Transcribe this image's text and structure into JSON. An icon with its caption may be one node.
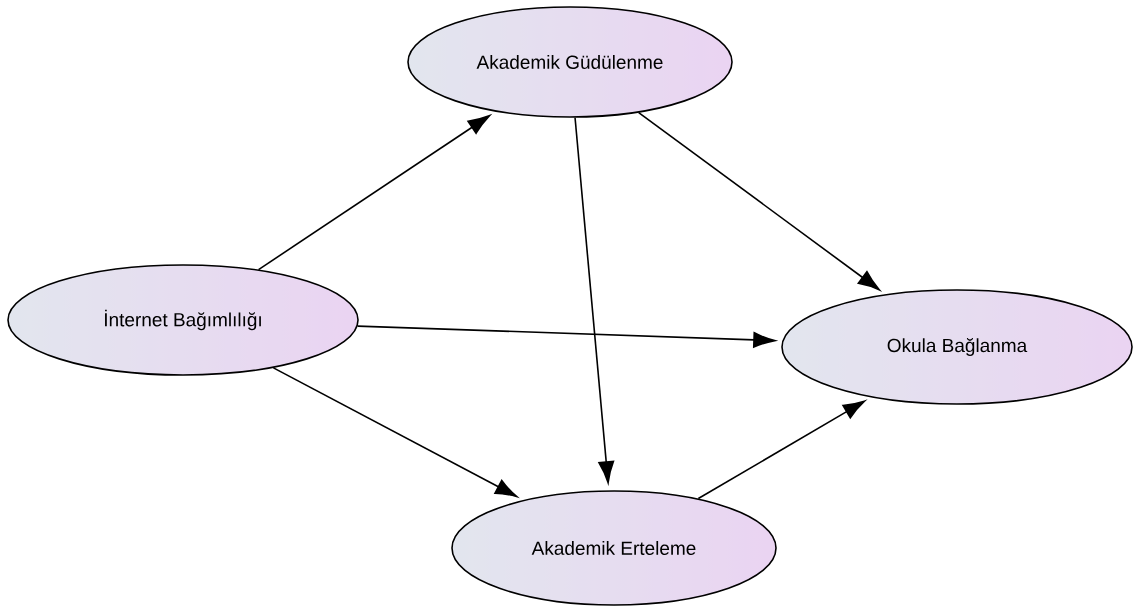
{
  "diagram": {
    "nodes": [
      {
        "text": [
          "Akademik Güdülenme"
        ]
      },
      {
        "text": [
          "İnternet Bağımlılığı"
        ]
      },
      {
        "text": [
          "Okula Bağlanma"
        ]
      },
      {
        "text": [
          "Akademik Erteleme"
        ]
      }
    ],
    "edges": [
      {
        "from": 1,
        "to": 0,
        "arrow": "to"
      },
      {
        "from": 1,
        "to": 2,
        "arrow": "to"
      },
      {
        "from": 1,
        "to": 3,
        "arrow": "to"
      },
      {
        "from": 0,
        "to": 3,
        "arrow": "to"
      },
      {
        "from": 0,
        "to": 2,
        "arrow": "to"
      },
      {
        "from": 3,
        "to": 2,
        "arrow": "to"
      }
    ]
  }
}
